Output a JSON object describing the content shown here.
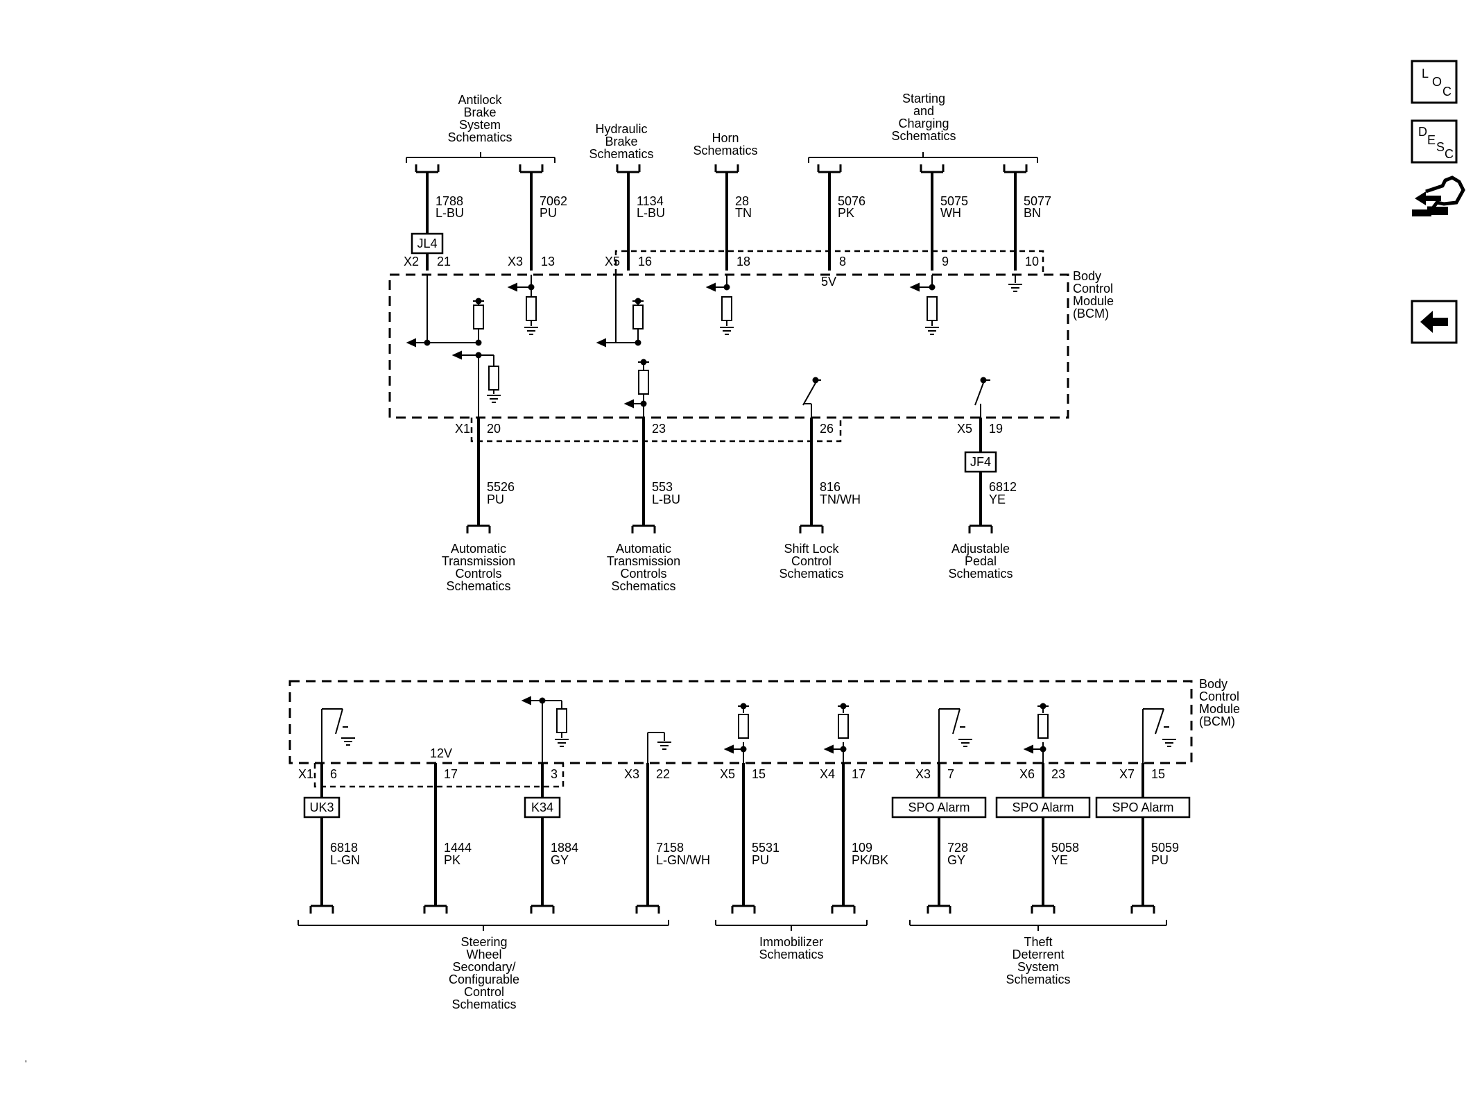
{
  "nav": {
    "loc_label": [
      "L",
      "O",
      "C"
    ],
    "desc_label": [
      "D",
      "E",
      "S",
      "C"
    ],
    "back_icon": "left-arrow-icon",
    "connector_icon": "connector-views-icon"
  },
  "top_section": {
    "module_label": [
      "Body",
      "Control",
      "Module",
      "(BCM)"
    ],
    "groups": [
      [
        "Antilock",
        "Brake",
        "System",
        "Schematics"
      ],
      [
        "Hydraulic",
        "Brake",
        "Schematics"
      ],
      [
        "Horn",
        "Schematics"
      ],
      [
        "Starting",
        "and",
        "Charging",
        "Schematics"
      ]
    ],
    "top_wires": [
      {
        "circuit": "1788",
        "color": "L-BU",
        "connector": "X2",
        "pin": "21"
      },
      {
        "circuit": "7062",
        "color": "PU",
        "connector": "X3",
        "pin": "13"
      },
      {
        "circuit": "1134",
        "color": "L-BU",
        "connector": "X5",
        "pin": "16"
      },
      {
        "circuit": "28",
        "color": "TN",
        "connector": "",
        "pin": "18"
      },
      {
        "circuit": "5076",
        "color": "PK",
        "connector": "",
        "pin": "8"
      },
      {
        "circuit": "5075",
        "color": "WH",
        "connector": "",
        "pin": "9"
      },
      {
        "circuit": "5077",
        "color": "BN",
        "connector": "",
        "pin": "10"
      }
    ],
    "splice_jl4": "JL4",
    "voltage_5v": "5V",
    "bottom_wires": [
      {
        "circuit": "5526",
        "color": "PU",
        "connector": "X1",
        "pin": "20"
      },
      {
        "circuit": "553",
        "color": "L-BU",
        "connector": "",
        "pin": "23"
      },
      {
        "circuit": "816",
        "color": "TN/WH",
        "connector": "",
        "pin": "26"
      },
      {
        "circuit": "6812",
        "color": "YE",
        "connector": "X5",
        "pin": "19"
      }
    ],
    "splice_jf4": "JF4",
    "destinations": [
      [
        "Automatic",
        "Transmission",
        "Controls",
        "Schematics"
      ],
      [
        "Automatic",
        "Transmission",
        "Controls",
        "Schematics"
      ],
      [
        "Shift Lock",
        "Control",
        "Schematics"
      ],
      [
        "Adjustable",
        "Pedal",
        "Schematics"
      ]
    ]
  },
  "bottom_section": {
    "module_label": [
      "Body",
      "Control",
      "Module",
      "(BCM)"
    ],
    "voltage_12v": "12V",
    "wires": [
      {
        "circuit": "6818",
        "color": "L-GN",
        "connector": "X1",
        "pin": "6",
        "splice": "UK3"
      },
      {
        "circuit": "1444",
        "color": "PK",
        "connector": "",
        "pin": "17",
        "splice": ""
      },
      {
        "circuit": "1884",
        "color": "GY",
        "connector": "",
        "pin": "3",
        "splice": "K34"
      },
      {
        "circuit": "7158",
        "color": "L-GN/WH",
        "connector": "X3",
        "pin": "22",
        "splice": ""
      },
      {
        "circuit": "5531",
        "color": "PU",
        "connector": "X5",
        "pin": "15",
        "splice": ""
      },
      {
        "circuit": "109",
        "color": "PK/BK",
        "connector": "X4",
        "pin": "17",
        "splice": ""
      },
      {
        "circuit": "728",
        "color": "GY",
        "connector": "X3",
        "pin": "7",
        "splice": "SPO Alarm"
      },
      {
        "circuit": "5058",
        "color": "YE",
        "connector": "X6",
        "pin": "23",
        "splice": "SPO Alarm"
      },
      {
        "circuit": "5059",
        "color": "PU",
        "connector": "X7",
        "pin": "15",
        "splice": "SPO Alarm"
      }
    ],
    "groups": [
      [
        "Steering",
        "Wheel",
        "Secondary/",
        "Configurable",
        "Control",
        "Schematics"
      ],
      [
        "Immobilizer",
        "Schematics"
      ],
      [
        "Theft",
        "Deterrent",
        "System",
        "Schematics"
      ]
    ]
  }
}
